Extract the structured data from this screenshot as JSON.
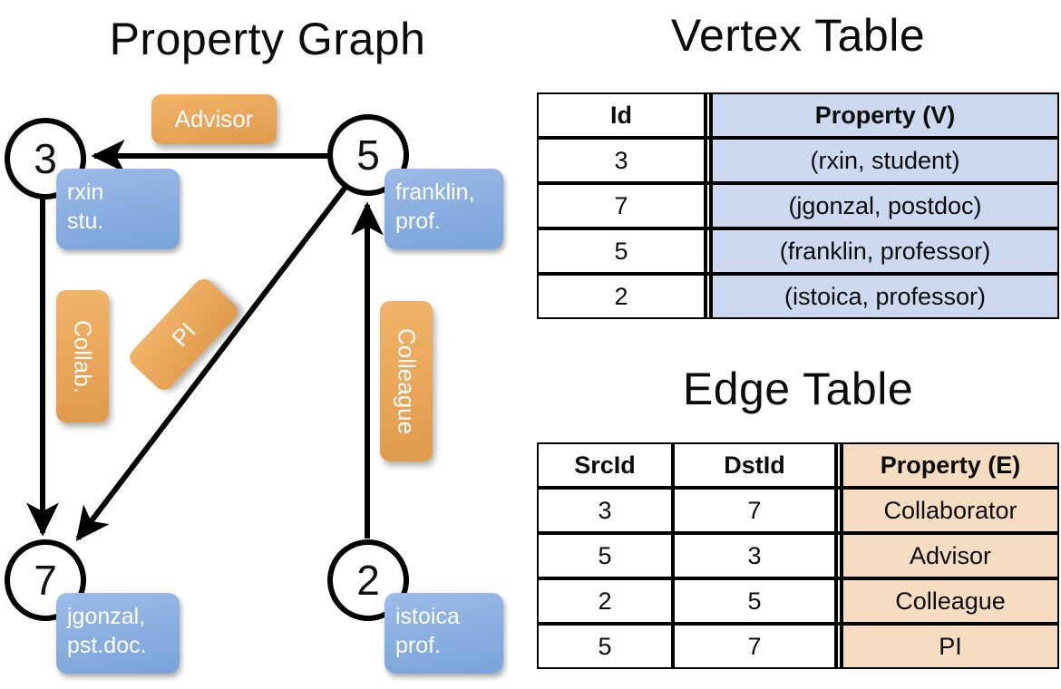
{
  "titles": {
    "property_graph": "Property Graph",
    "vertex_table": "Vertex Table",
    "edge_table": "Edge Table"
  },
  "graph": {
    "nodes": [
      {
        "id": "3",
        "label": "3",
        "property_lines": [
          "rxin",
          "stu."
        ]
      },
      {
        "id": "5",
        "label": "5",
        "property_lines": [
          "franklin,",
          "prof."
        ]
      },
      {
        "id": "7",
        "label": "7",
        "property_lines": [
          "jgonzal,",
          "pst.doc."
        ]
      },
      {
        "id": "2",
        "label": "2",
        "property_lines": [
          "istoica",
          "prof."
        ]
      }
    ],
    "edge_labels": [
      {
        "name": "advisor",
        "text": "Advisor",
        "orientation": "horizontal"
      },
      {
        "name": "collab",
        "text": "Collab.",
        "orientation": "vertical"
      },
      {
        "name": "pi",
        "text": "PI",
        "orientation": "diagonal"
      },
      {
        "name": "colleague",
        "text": "Colleague",
        "orientation": "vertical"
      }
    ],
    "edges": [
      {
        "src": "5",
        "dst": "3",
        "label": "Advisor"
      },
      {
        "src": "3",
        "dst": "7",
        "label": "Collab."
      },
      {
        "src": "5",
        "dst": "7",
        "label": "PI"
      },
      {
        "src": "2",
        "dst": "5",
        "label": "Colleague"
      }
    ]
  },
  "vertex_table": {
    "headers": [
      "Id",
      "Property (V)"
    ],
    "rows": [
      {
        "id": "3",
        "property": "(rxin, student)"
      },
      {
        "id": "7",
        "property": "(jgonzal, postdoc)"
      },
      {
        "id": "5",
        "property": "(franklin, professor)"
      },
      {
        "id": "2",
        "property": "(istoica, professor)"
      }
    ]
  },
  "edge_table": {
    "headers": [
      "SrcId",
      "DstId",
      "Property (E)"
    ],
    "rows": [
      {
        "src": "3",
        "dst": "7",
        "property": "Collaborator"
      },
      {
        "src": "5",
        "dst": "3",
        "property": "Advisor"
      },
      {
        "src": "2",
        "dst": "5",
        "property": "Colleague"
      },
      {
        "src": "5",
        "dst": "7",
        "property": "PI"
      }
    ]
  },
  "colors": {
    "vertex_property_fill": "#ccd9ef",
    "edge_property_fill": "#f6ddc2",
    "node_box_blue": "#8fb2e2",
    "edge_label_orange": "#eaa85c",
    "stroke": "#000000"
  }
}
